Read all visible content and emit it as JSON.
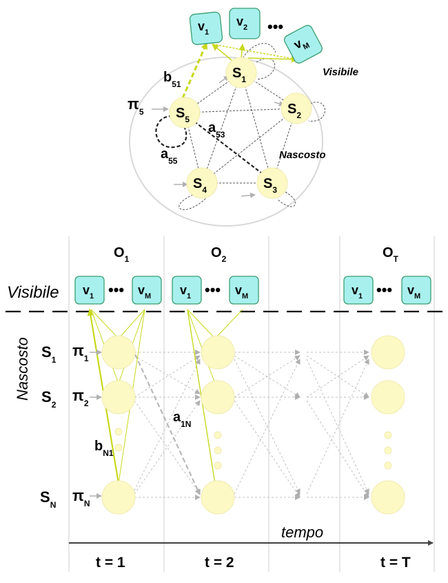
{
  "colors": {
    "state_fill": "#fdf9c4",
    "state_stroke": "#f0ebb0",
    "obs_fill": "#a8f0ee",
    "obs_stroke": "#3a9e70",
    "emission": "#c8d81c",
    "transition": "#b0b0b0",
    "ellipse": "#d8d8d8"
  },
  "top": {
    "obs": [
      {
        "main": "v",
        "sub": "1"
      },
      {
        "main": "v",
        "sub": "2"
      },
      {
        "main": "v",
        "sub": "M"
      }
    ],
    "visible_label": "Visibile",
    "hidden_label": "Nascosto",
    "states": [
      {
        "main": "S",
        "sub": "1"
      },
      {
        "main": "S",
        "sub": "2"
      },
      {
        "main": "S",
        "sub": "3"
      },
      {
        "main": "S",
        "sub": "4"
      },
      {
        "main": "S",
        "sub": "5"
      }
    ],
    "labels": {
      "b": {
        "main": "b",
        "sub": "51"
      },
      "pi": {
        "main": "π",
        "sub": "5"
      },
      "a53": {
        "main": "a",
        "sub": "53"
      },
      "a55": {
        "main": "a",
        "sub": "55"
      }
    }
  },
  "bottom": {
    "time_cols": [
      {
        "o_main": "O",
        "o_sub": "1",
        "t": "t = 1"
      },
      {
        "o_main": "O",
        "o_sub": "2",
        "t": "t = 2"
      },
      {
        "o_main": "O",
        "o_sub": "T",
        "t": "t = T"
      }
    ],
    "obs_boxes": [
      {
        "main": "v",
        "sub": "1"
      },
      {
        "main": "v",
        "sub": "M"
      }
    ],
    "visible_label": "Visibile",
    "hidden_label": "Nascosto",
    "row_labels": [
      {
        "s_main": "S",
        "s_sub": "1",
        "p_main": "π",
        "p_sub": "1"
      },
      {
        "s_main": "S",
        "s_sub": "2",
        "p_main": "π",
        "p_sub": "2"
      },
      {
        "s_main": "S",
        "s_sub": "N",
        "p_main": "π",
        "p_sub": "N"
      }
    ],
    "b_label": {
      "main": "b",
      "sub": "N1"
    },
    "a_label": {
      "main": "a",
      "sub": "1N"
    },
    "time_axis": "tempo"
  }
}
